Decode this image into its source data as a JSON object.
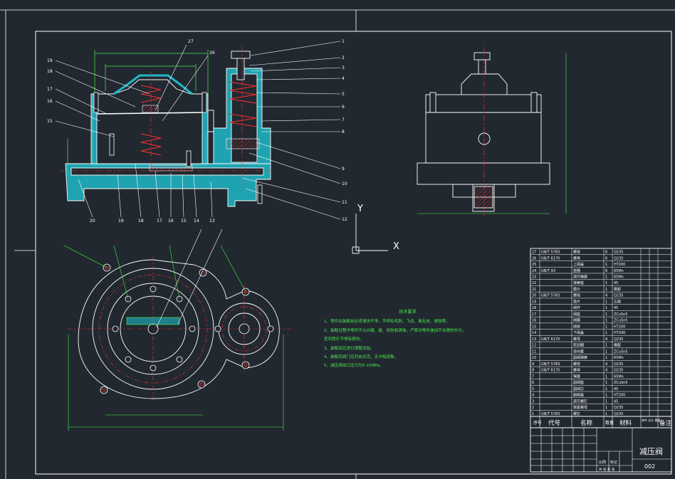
{
  "drawing": {
    "title": "减压阀",
    "drawing_no": "002",
    "colors": {
      "background": "#212830",
      "outline": "#ffffff",
      "dimension": "#46f046",
      "section_fill": "#1fb8c8",
      "centerline": "#ff3030",
      "hatch": "#ff3030"
    }
  },
  "axis_icon": {
    "y": "Y",
    "x": "X"
  },
  "tech_notes": {
    "title": "技术要求",
    "lines": [
      "1、零件在装配前必须清洗干净，不得有毛刺、飞边、氧化皮、锈蚀等。",
      "2、装配过程中零件不允许磕、碰、划伤和锈蚀，严禁对零件施加不合理的外力。",
      "   密封垫片不得有损伤。",
      "3、装配后应进行调整试验。",
      "4、装配后阀门应开启灵活，无卡阻现象。",
      "5、减压阀出口压力为0.15MPa。"
    ]
  },
  "balloons_top": [
    "1",
    "2",
    "3",
    "4",
    "5",
    "6",
    "7",
    "8",
    "9",
    "10",
    "11",
    "12"
  ],
  "balloons_left": [
    "19",
    "18",
    "17",
    "16",
    "15"
  ],
  "balloons_bottom": [
    "20",
    "19",
    "18",
    "17",
    "16",
    "15",
    "14",
    "13"
  ],
  "balloons_top_mid": [
    "27",
    "26"
  ],
  "bom_header": {
    "no": "序号",
    "code": "代号",
    "name": "名称",
    "qty": "数量",
    "material": "材料",
    "weight": "单件 总计 重量",
    "remark": "备注"
  },
  "bom_rows": [
    {
      "no": "27",
      "code": "GB/T 5783",
      "name": "螺栓",
      "qty": "6",
      "material": "Q235",
      "remark": ""
    },
    {
      "no": "26",
      "code": "GB/T 6170",
      "name": "螺母",
      "qty": "6",
      "material": "Q235",
      "remark": ""
    },
    {
      "no": "25",
      "code": "",
      "name": "上阀盖",
      "qty": "1",
      "material": "HT200",
      "remark": ""
    },
    {
      "no": "24",
      "code": "GB/T 93",
      "name": "垫圈",
      "qty": "6",
      "material": "65Mn",
      "remark": ""
    },
    {
      "no": "23",
      "code": "",
      "name": "调节弹簧",
      "qty": "1",
      "material": "65Mn",
      "remark": ""
    },
    {
      "no": "22",
      "code": "",
      "name": "弹簧座",
      "qty": "1",
      "material": "45",
      "remark": ""
    },
    {
      "no": "21",
      "code": "",
      "name": "膜片",
      "qty": "1",
      "material": "橡胶",
      "remark": ""
    },
    {
      "no": "20",
      "code": "GB/T 5783",
      "name": "螺栓",
      "qty": "4",
      "material": "Q235",
      "remark": ""
    },
    {
      "no": "19",
      "code": "",
      "name": "垫片",
      "qty": "1",
      "material": "石棉",
      "remark": ""
    },
    {
      "no": "18",
      "code": "",
      "name": "阀杆",
      "qty": "1",
      "material": "45",
      "remark": ""
    },
    {
      "no": "17",
      "code": "",
      "name": "阀座",
      "qty": "1",
      "material": "ZCuSn5",
      "remark": ""
    },
    {
      "no": "16",
      "code": "",
      "name": "阀瓣",
      "qty": "1",
      "material": "ZCuSn5",
      "remark": ""
    },
    {
      "no": "15",
      "code": "",
      "name": "阀体",
      "qty": "1",
      "material": "HT200",
      "remark": ""
    },
    {
      "no": "14",
      "code": "",
      "name": "下阀盖",
      "qty": "1",
      "material": "HT200",
      "remark": ""
    },
    {
      "no": "13",
      "code": "GB/T 6170",
      "name": "螺母",
      "qty": "4",
      "material": "Q235",
      "remark": ""
    },
    {
      "no": "12",
      "code": "",
      "name": "密封圈",
      "qty": "1",
      "material": "橡胶",
      "remark": ""
    },
    {
      "no": "11",
      "code": "",
      "name": "导向套",
      "qty": "1",
      "material": "ZCuSn5",
      "remark": ""
    },
    {
      "no": "10",
      "code": "",
      "name": "副阀弹簧",
      "qty": "1",
      "material": "65Mn",
      "remark": ""
    },
    {
      "no": "9",
      "code": "GB/T 5783",
      "name": "螺栓",
      "qty": "4",
      "material": "Q235",
      "remark": ""
    },
    {
      "no": "8",
      "code": "GB/T 6170",
      "name": "螺母",
      "qty": "4",
      "material": "Q235",
      "remark": ""
    },
    {
      "no": "7",
      "code": "",
      "name": "弹簧",
      "qty": "1",
      "material": "65Mn",
      "remark": ""
    },
    {
      "no": "6",
      "code": "",
      "name": "副阀座",
      "qty": "1",
      "material": "ZCuSn5",
      "remark": ""
    },
    {
      "no": "5",
      "code": "",
      "name": "副阀芯",
      "qty": "1",
      "material": "45",
      "remark": ""
    },
    {
      "no": "4",
      "code": "",
      "name": "副阀盖",
      "qty": "1",
      "material": "HT200",
      "remark": ""
    },
    {
      "no": "3",
      "code": "",
      "name": "调节螺钉",
      "qty": "1",
      "material": "45",
      "remark": ""
    },
    {
      "no": "2",
      "code": "",
      "name": "锁紧螺母",
      "qty": "1",
      "material": "Q235",
      "remark": ""
    },
    {
      "no": "1",
      "code": "GB/T 5783",
      "name": "螺钉",
      "qty": "1",
      "material": "Q235",
      "remark": ""
    }
  ],
  "title_block": {
    "scale_label": "比例",
    "mark_label": "标记",
    "sheet_label": "共 张 第 张"
  }
}
